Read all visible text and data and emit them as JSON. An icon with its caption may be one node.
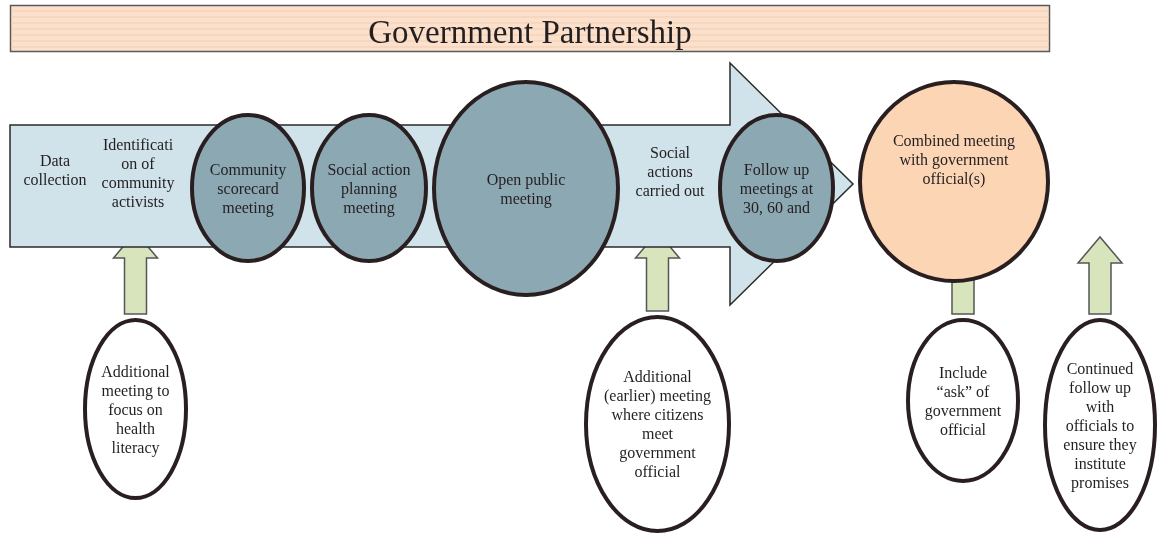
{
  "diagram": {
    "nodes": [
      {
        "text": [
          "Government Partnership"
        ]
      },
      {
        "text": [
          "Data collection",
          "Identification of community activists",
          "Social actions carried out"
        ]
      },
      {
        "text": [
          "Community scorecard meeting"
        ],
        "in": 1
      },
      {
        "text": [
          "Social action planning meeting"
        ],
        "in": 1
      },
      {
        "text": [
          "Open public meeting"
        ],
        "in": 1
      },
      {
        "text": [
          "Follow up meetings at 30, 60 and"
        ],
        "in": 1
      },
      {
        "text": [
          "Combined meeting with government official(s)"
        ]
      },
      {
        "text": [
          "Additional meeting to focus on health literacy"
        ]
      },
      {
        "text": [
          "Additional (earlier) meeting where citizens meet government official"
        ]
      },
      {
        "text": [
          "Include “ask” of government official"
        ]
      },
      {
        "text": [
          "Continued follow up with officials to ensure they institute promises"
        ]
      }
    ],
    "edges": [
      {
        "from": 7,
        "to": 1,
        "arrow": "to"
      },
      {
        "from": 8,
        "to": 1,
        "arrow": "to"
      },
      {
        "from": 9,
        "to": 6,
        "arrow": "to"
      },
      {
        "from": 10,
        "to": null,
        "arrow": "to"
      }
    ]
  }
}
